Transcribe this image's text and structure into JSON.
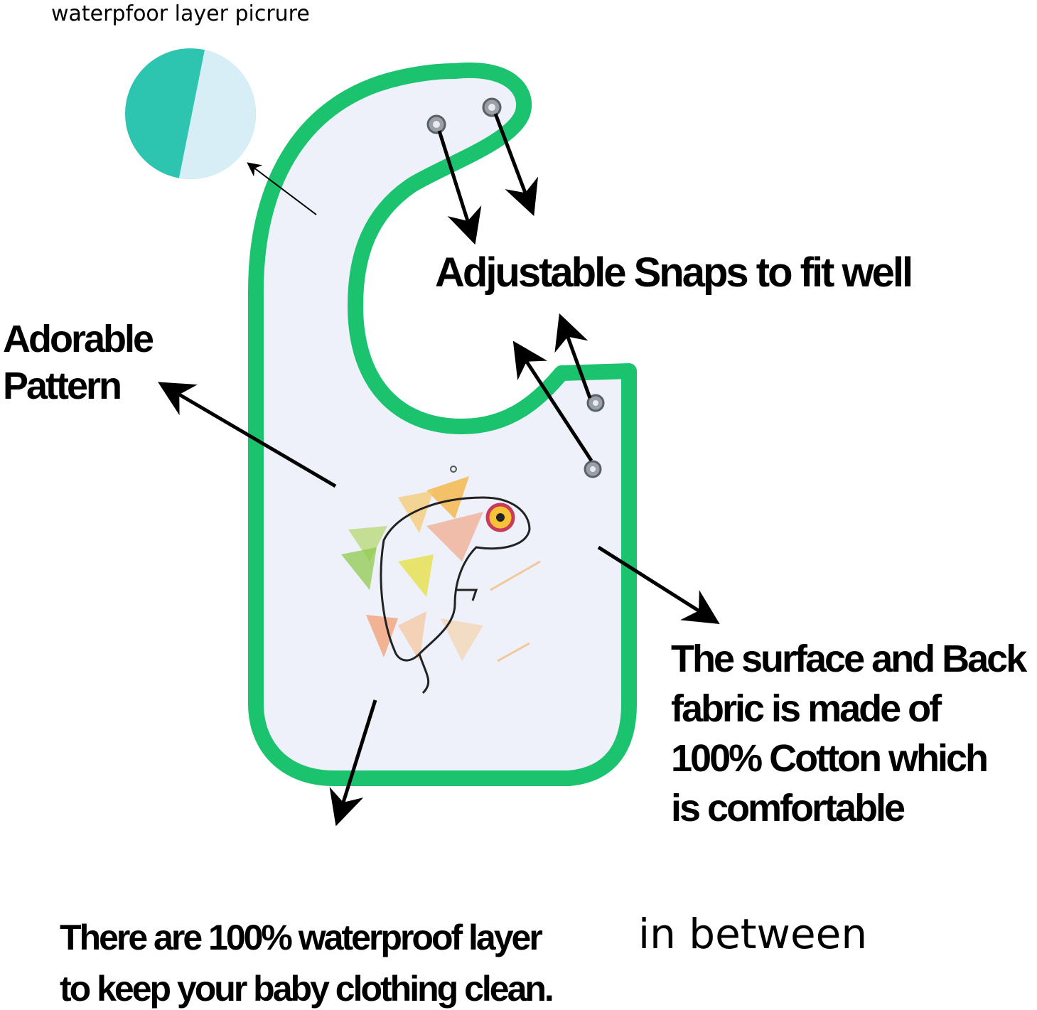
{
  "labels": {
    "waterproof_layer_picture": "waterpfoor layer picrure",
    "adjustable_snaps": "Adjustable Snaps to fit well",
    "adorable_pattern": [
      "Adorable",
      "Pattern"
    ],
    "fabric": [
      "The surface and Back",
      "fabric is made of",
      "100% Cotton which",
      "is comfortable"
    ],
    "waterproof_line1": "There are 100% waterproof layer",
    "waterproof_line1_extra": "in between",
    "waterproof_line2": "to keep your baby clothing  clean."
  },
  "colors": {
    "bib_trim": "#1cc36f",
    "bib_body": "#eef1fa",
    "swatch_teal": "#2dc5b0",
    "swatch_light": "#d8eef6",
    "arrow": "#000000"
  },
  "icons": [
    "snap-button-icon",
    "chameleon-illustration",
    "arrow-icon"
  ]
}
